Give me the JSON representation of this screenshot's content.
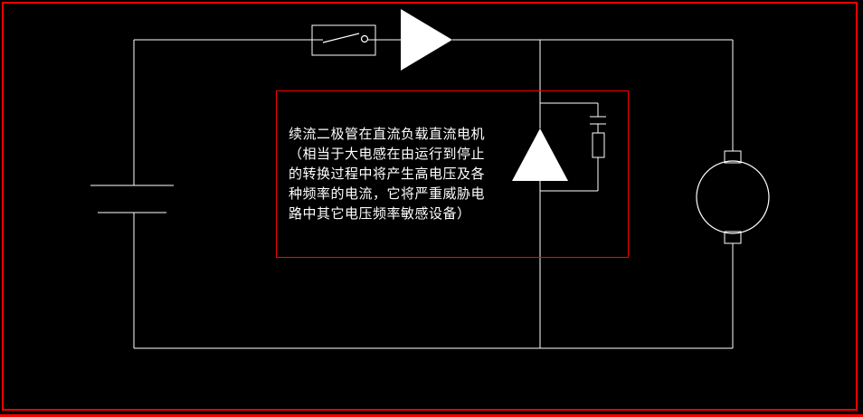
{
  "colors": {
    "background": "#000000",
    "frame": "#ff0000",
    "wire": "#ffffff",
    "annotation-box": "#ff0000",
    "annotation-text": "#ffffff"
  },
  "annotation": {
    "lines": [
      "续流二极管在直流负载直流电机",
      "（相当于大电感在由运行到停止",
      "的转换过程中将产生高电压及各",
      "种频率的电流，它将严重威胁电",
      "路中其它电压频率敏感设备）"
    ]
  },
  "components": [
    {
      "name": "battery-icon",
      "type": "battery"
    },
    {
      "name": "switch-icon",
      "type": "switch"
    },
    {
      "name": "series-diode-icon",
      "type": "diode"
    },
    {
      "name": "freewheel-diode-icon",
      "type": "diode"
    },
    {
      "name": "capacitor-icon",
      "type": "capacitor"
    },
    {
      "name": "resistor-icon",
      "type": "resistor"
    },
    {
      "name": "motor-icon",
      "type": "dc-motor"
    }
  ]
}
